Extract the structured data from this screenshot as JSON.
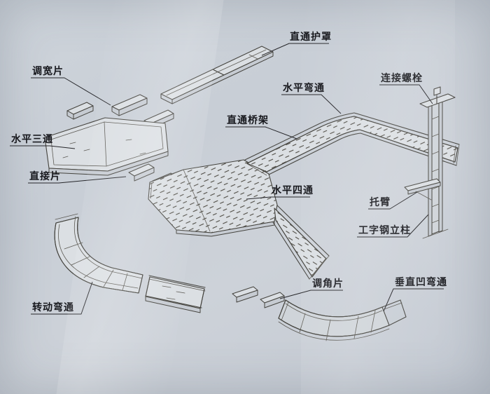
{
  "colors": {
    "background": "#c9cfd6",
    "ink": "#45443f",
    "paper_fill": "#dbdfe3",
    "label_text": "#17181d"
  },
  "diagram": {
    "labels": [
      {
        "id": "straight-cover",
        "text": "直通护罩"
      },
      {
        "id": "width-adjust-piece",
        "text": "调宽片"
      },
      {
        "id": "horizontal-elbow",
        "text": "水平弯通"
      },
      {
        "id": "connecting-bolt",
        "text": "连接螺栓"
      },
      {
        "id": "straight-tray",
        "text": "直通桥架"
      },
      {
        "id": "horizontal-tee",
        "text": "水平三通"
      },
      {
        "id": "straight-connect-piece",
        "text": "直接片"
      },
      {
        "id": "horizontal-cross",
        "text": "水平四通"
      },
      {
        "id": "bracket-arm",
        "text": "托臂"
      },
      {
        "id": "i-beam-column",
        "text": "工字钢立柱"
      },
      {
        "id": "angle-adjust-piece",
        "text": "调角片"
      },
      {
        "id": "vertical-concave-elbow",
        "text": "垂直凹弯通"
      },
      {
        "id": "rotating-elbow",
        "text": "转动弯通"
      }
    ]
  }
}
